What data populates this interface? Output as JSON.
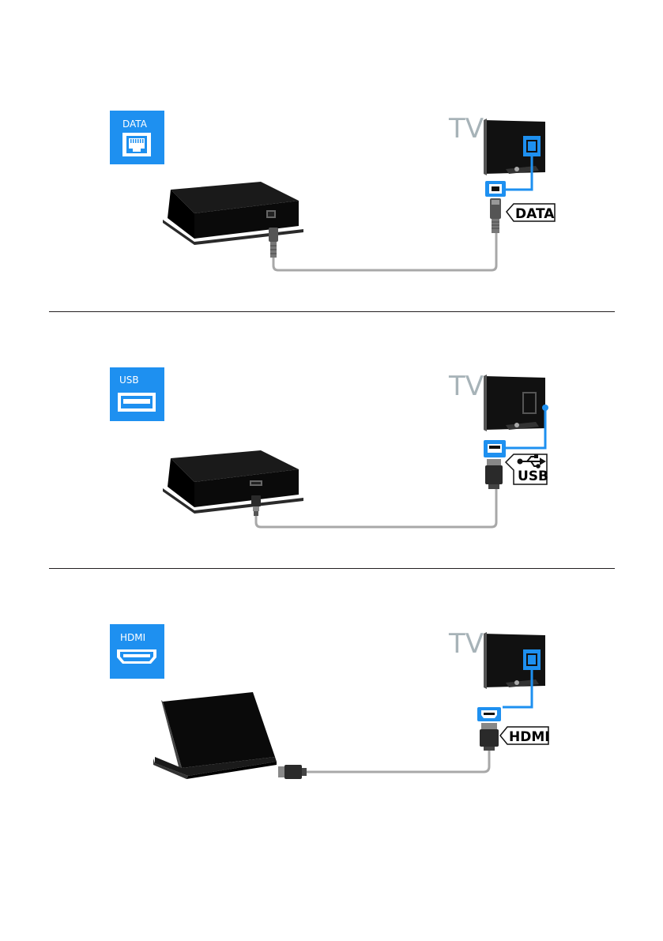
{
  "colors": {
    "accent": "#1e90f0",
    "cable": "#a8a8a8",
    "device": "#111111",
    "tv_label": "#a7b3b8",
    "divider": "#231f20"
  },
  "panels": [
    {
      "port_label": "DATA",
      "port_icon": "ethernet-port-icon",
      "tv_label": "TV",
      "tag_label": "DATA",
      "device": "set-top-box"
    },
    {
      "port_label": "USB",
      "port_icon": "usb-port-icon",
      "tv_label": "TV",
      "tag_label": "USB",
      "device": "set-top-box"
    },
    {
      "port_label": "HDMI",
      "port_icon": "hdmi-port-icon",
      "tv_label": "TV",
      "tag_label": "HDMI",
      "device": "laptop"
    }
  ]
}
